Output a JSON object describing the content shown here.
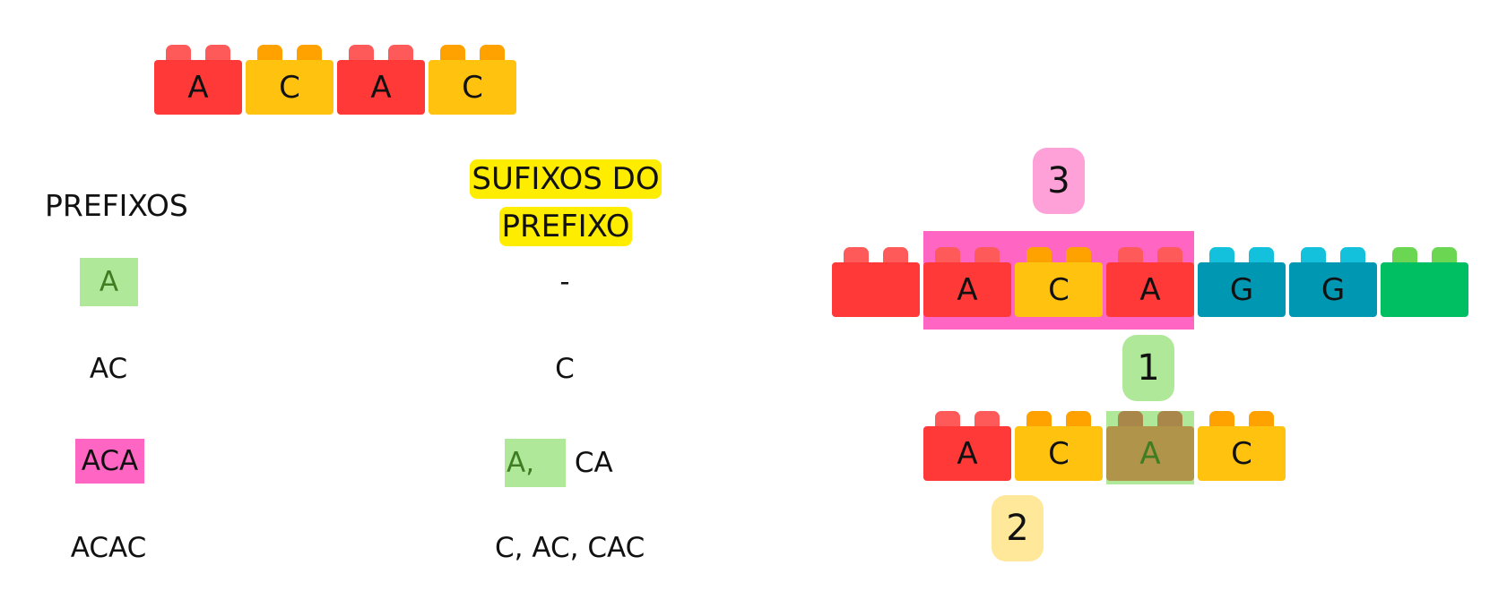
{
  "top_word": [
    "A",
    "C",
    "A",
    "C"
  ],
  "columns": {
    "prefixes_heading": "PREFIXOS",
    "suffixes_heading": "SUFIXOS DO PREFIXO",
    "rows": [
      {
        "prefix": "A",
        "suffix_hl": "",
        "suffix_rest": "-"
      },
      {
        "prefix": "AC",
        "suffix_hl": "",
        "suffix_rest": "C"
      },
      {
        "prefix": "ACA",
        "suffix_hl": "A,",
        "suffix_rest": " CA"
      },
      {
        "prefix": "ACAC",
        "suffix_hl": "",
        "suffix_rest": "C, AC, CAC"
      }
    ]
  },
  "text_row": [
    "",
    "A",
    "C",
    "A",
    "G",
    "G",
    ""
  ],
  "pattern_row": [
    "A",
    "C",
    "A",
    "C"
  ],
  "badges": {
    "one": "1",
    "two": "2",
    "three": "3"
  },
  "colors": {
    "red": "#ff3838",
    "yellow": "#ffc20e",
    "teal": "#0097b2",
    "green": "#00bf63",
    "highlight_green": "#b0e89a",
    "highlight_pink": "#ff66c4",
    "highlight_yellow": "#ffed00"
  }
}
